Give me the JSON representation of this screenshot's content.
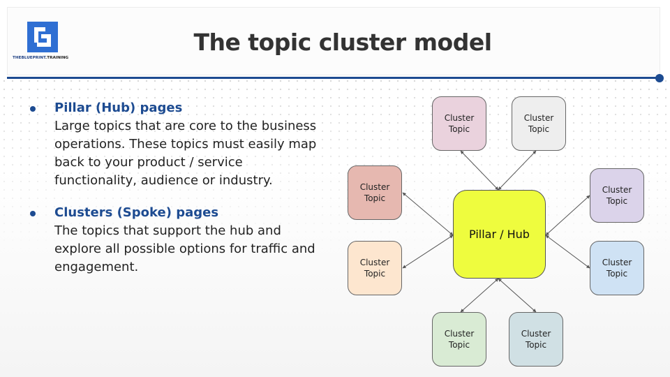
{
  "brand": {
    "logo_text_blue": "THEBLUEPRINT",
    "logo_text_dark": ".TRAINING",
    "primary_color": "#1d4b91"
  },
  "title": "The topic cluster model",
  "bullets": [
    {
      "heading": "Pillar (Hub) pages",
      "body": "Large topics that are core to the business operations. These topics must easily map back to your product / service functionality, audience or industry."
    },
    {
      "heading": "Clusters (Spoke) pages",
      "body": "The topics that support the hub and explore all possible options for traffic and engagement."
    }
  ],
  "diagram": {
    "hub": {
      "label": "Pillar / Hub",
      "color": "#eefc3e"
    },
    "clusters": [
      {
        "line1": "Cluster",
        "line2": "Topic",
        "color": "#ead2dd"
      },
      {
        "line1": "Cluster",
        "line2": "Topic",
        "color": "#eeeeee"
      },
      {
        "line1": "Cluster",
        "line2": "Topic",
        "color": "#e6b8b0"
      },
      {
        "line1": "Cluster",
        "line2": "Topic",
        "color": "#fde6cf"
      },
      {
        "line1": "Cluster",
        "line2": "Topic",
        "color": "#dbd3ea"
      },
      {
        "line1": "Cluster",
        "line2": "Topic",
        "color": "#cfe2f4"
      },
      {
        "line1": "Cluster",
        "line2": "Topic",
        "color": "#d9ebd4"
      },
      {
        "line1": "Cluster",
        "line2": "Topic",
        "color": "#d0e0e4"
      }
    ]
  }
}
